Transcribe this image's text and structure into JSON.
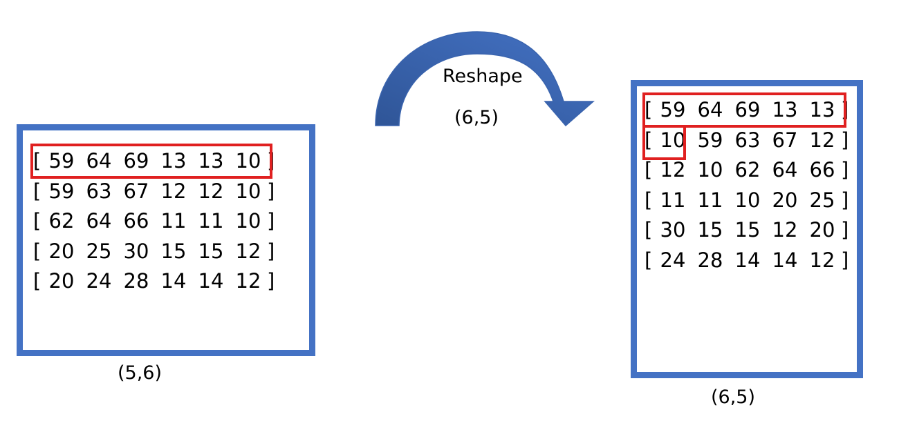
{
  "operation": {
    "label": "Reshape",
    "target_shape": "(6,5)"
  },
  "source": {
    "shape_label": "(5,6)",
    "rows": [
      [
        "59",
        "64",
        "69",
        "13",
        "13",
        "10"
      ],
      [
        "59",
        "63",
        "67",
        "12",
        "12",
        "10"
      ],
      [
        "62",
        "64",
        "66",
        "11",
        "11",
        "10"
      ],
      [
        "20",
        "25",
        "30",
        "15",
        "15",
        "12"
      ],
      [
        "20",
        "24",
        "28",
        "14",
        "14",
        "12"
      ]
    ],
    "highlighted_row": 0
  },
  "result": {
    "shape_label": "(6,5)",
    "rows": [
      [
        "59",
        "64",
        "69",
        "13",
        "13"
      ],
      [
        "10",
        "59",
        "63",
        "67",
        "12"
      ],
      [
        "12",
        "10",
        "62",
        "64",
        "66"
      ],
      [
        "11",
        "11",
        "10",
        "20",
        "25"
      ],
      [
        "30",
        "15",
        "15",
        "12",
        "20"
      ],
      [
        "24",
        "28",
        "14",
        "14",
        "12"
      ]
    ],
    "highlighted_row": 0,
    "highlighted_cell": [
      1,
      0
    ]
  },
  "colors": {
    "box_border": "#4472C4",
    "highlight": "#E02020",
    "arrow_light": "#4472C4",
    "arrow_dark": "#2F5597"
  }
}
